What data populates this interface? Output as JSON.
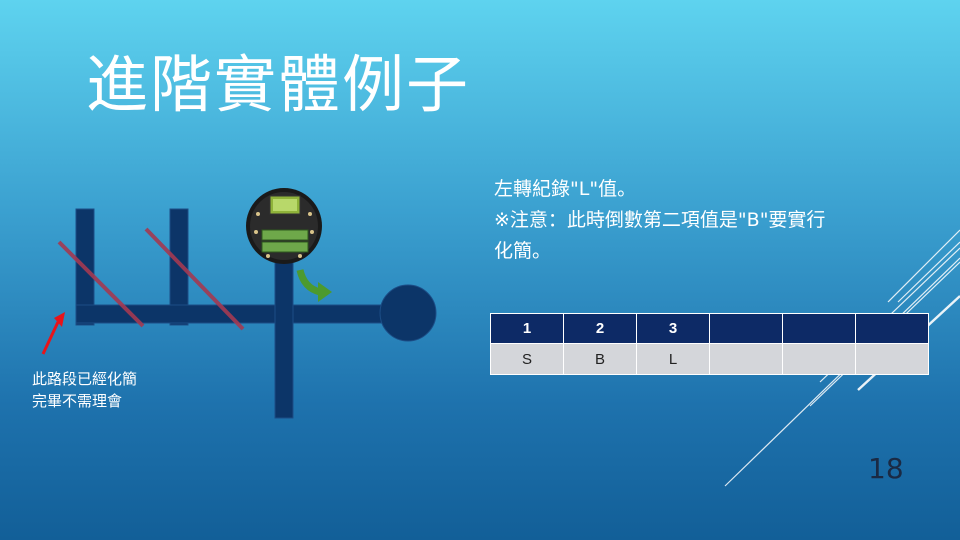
{
  "slide": {
    "title": "進階實體例子",
    "page_number": "18"
  },
  "description": {
    "line1": "左轉紀錄\"L\"值。",
    "line2": "※注意：此時倒數第二項值是\"B\"要實行",
    "line3": "化簡。"
  },
  "annotation": {
    "line1": "此路段已經化簡",
    "line2": "完畢不需理會"
  },
  "table": {
    "headers": [
      "1",
      "2",
      "3",
      "",
      "",
      ""
    ],
    "values": [
      "S",
      "B",
      "L",
      "",
      "",
      ""
    ]
  },
  "colors": {
    "maze": "#0c3568",
    "strike": "#a33a52",
    "arrow_red": "#e8141a",
    "turn_arrow": "#4c9a2f"
  },
  "icons": {
    "robot": "robot-top-view-icon",
    "turn": "curved-turn-arrow-icon",
    "pointer": "red-pointer-arrow-icon"
  }
}
